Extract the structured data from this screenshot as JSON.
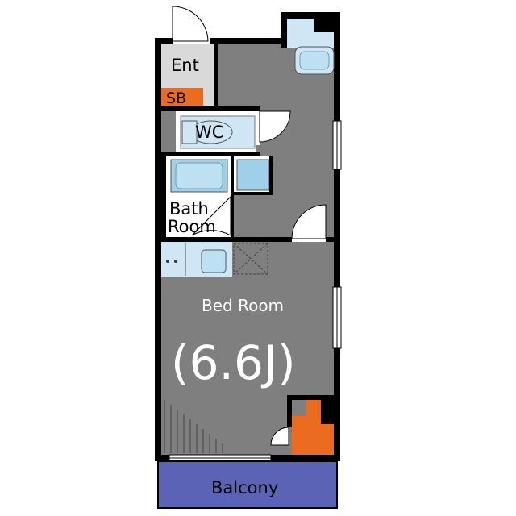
{
  "floorplan": {
    "rooms": {
      "entrance": "Ent",
      "shoe_box": "SB",
      "wc": "WC",
      "bath_line1": "Bath",
      "bath_line2": "Room",
      "bedroom": "Bed Room",
      "bedroom_size": "(6.6J)",
      "balcony": "Balcony"
    },
    "colors": {
      "floor": "#7f7f7f",
      "wall": "#000000",
      "entrance_floor": "#d9d9d9",
      "fixture_blue": "#cfe6f5",
      "fixture_blue_dark": "#9fd0ea",
      "storage_orange": "#ec6c1f",
      "balcony": "#5b63b6"
    }
  }
}
